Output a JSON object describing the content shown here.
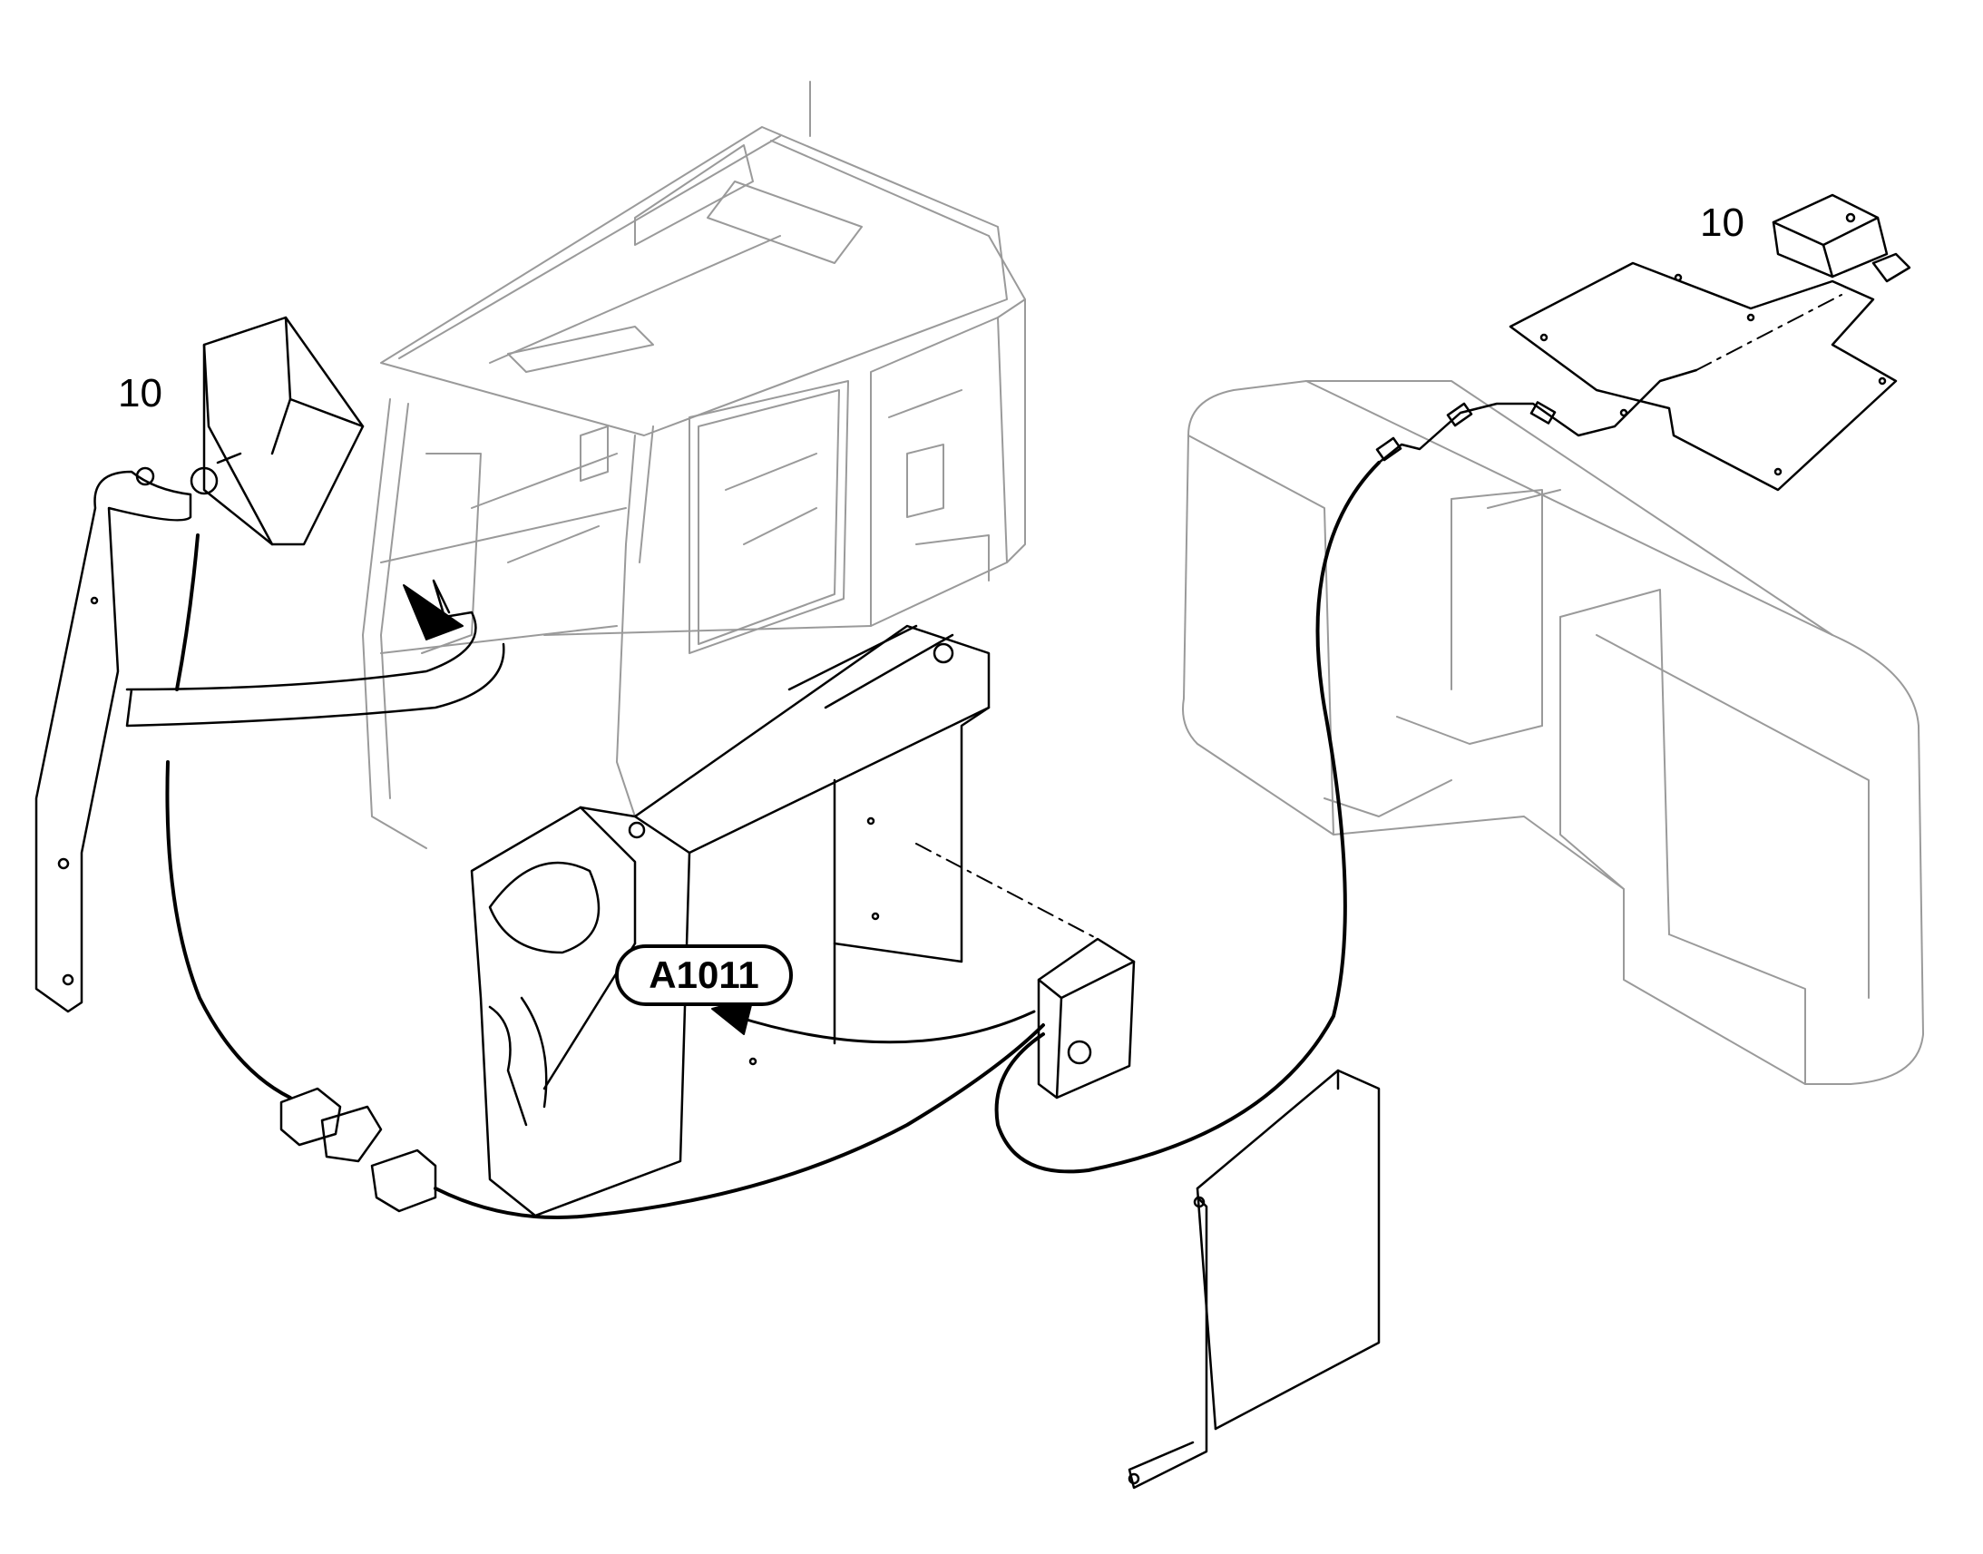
{
  "labels": {
    "item_left": "10",
    "item_right": "10",
    "component_callout": "A1011"
  },
  "colors": {
    "line": "#000000",
    "ghost": "#9a9a9a",
    "background": "#ffffff"
  }
}
